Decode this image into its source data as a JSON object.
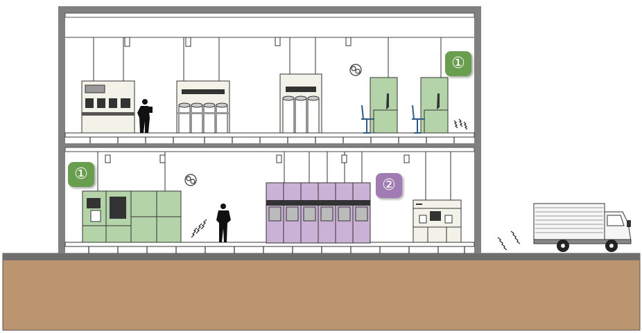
{
  "colors": {
    "ground": "#bb9470",
    "slab": "#6e6e6e",
    "structure": "#808080",
    "equipment_green": "#b5d3a8",
    "equipment_purple": "#c9b2d6",
    "equipment_white": "#f3f2e8",
    "badge_green": "#6a9e4f",
    "badge_purple": "#a07bb4",
    "silhouette": "#111111",
    "chair": "#2c5a85"
  },
  "badges": [
    {
      "id": "1-upper",
      "label": "①",
      "tone": "green"
    },
    {
      "id": "1-lower",
      "label": "①",
      "tone": "green"
    },
    {
      "id": "2-lower",
      "label": "②",
      "tone": "purple"
    }
  ],
  "icons": [
    "person-icon",
    "chair-icon",
    "vibration-icon",
    "noise-icon",
    "truck-icon"
  ]
}
